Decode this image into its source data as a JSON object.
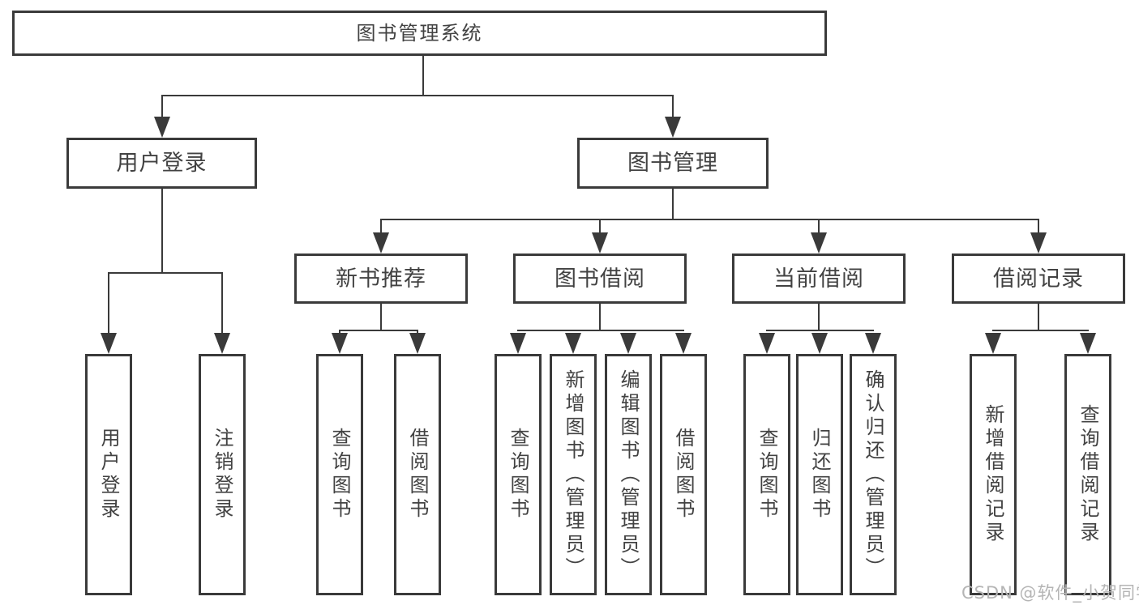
{
  "colors": {
    "line": "#3a3a3a",
    "text": "#424242",
    "box_bg": "#ffffff",
    "watermark": "#b5b5b5",
    "background": "#ffffff"
  },
  "tree": {
    "label": "图书管理系统",
    "children": [
      {
        "label": "用户登录",
        "children": [
          {
            "label": "用户登录"
          },
          {
            "label": "注销登录"
          }
        ]
      },
      {
        "label": "图书管理",
        "children": [
          {
            "label": "新书推荐",
            "children": [
              {
                "label": "查询图书"
              },
              {
                "label": "借阅图书"
              }
            ]
          },
          {
            "label": "图书借阅",
            "children": [
              {
                "label": "查询图书"
              },
              {
                "label": "新增图书（管理员）"
              },
              {
                "label": "编辑图书（管理员）"
              },
              {
                "label": "借阅图书"
              }
            ]
          },
          {
            "label": "当前借阅",
            "children": [
              {
                "label": "查询图书"
              },
              {
                "label": "归还图书"
              },
              {
                "label": "确认归还（管理员）"
              }
            ]
          },
          {
            "label": "借阅记录",
            "children": [
              {
                "label": "新增借阅记录"
              },
              {
                "label": "查询借阅记录"
              }
            ]
          }
        ]
      }
    ]
  },
  "watermark": {
    "text": "CSDN @软件_小贺同学"
  }
}
